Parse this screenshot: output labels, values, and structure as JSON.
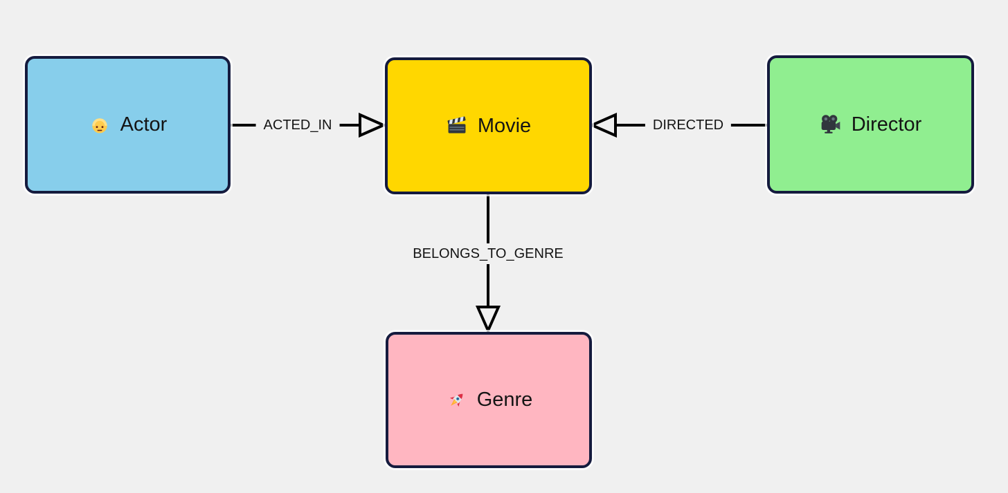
{
  "page": {
    "background": "#f0f0f0"
  },
  "diagram": {
    "type": "graph",
    "nodes": [
      {
        "id": "actor",
        "label": "Actor",
        "icon": "person-blond-icon",
        "emoji": "👱",
        "fill": "#87CEEB",
        "border": "#151b3e"
      },
      {
        "id": "movie",
        "label": "Movie",
        "icon": "clapper-board-icon",
        "emoji": "🎬",
        "fill": "#FFD700",
        "border": "#151b3e"
      },
      {
        "id": "director",
        "label": "Director",
        "icon": "movie-camera-icon",
        "emoji": "🎥",
        "fill": "#90EE90",
        "border": "#151b3e"
      },
      {
        "id": "genre",
        "label": "Genre",
        "icon": "rocket-icon",
        "emoji": "🚀",
        "fill": "#FFB6C1",
        "border": "#151b3e"
      }
    ],
    "edges": [
      {
        "from": "Actor",
        "to": "Movie",
        "label": "ACTED_IN",
        "arrowhead": "open-triangle",
        "direction": "right"
      },
      {
        "from": "Director",
        "to": "Movie",
        "label": "DIRECTED",
        "arrowhead": "open-triangle",
        "direction": "left"
      },
      {
        "from": "Movie",
        "to": "Genre",
        "label": "BELONGS_TO_GENRE",
        "arrowhead": "open-triangle",
        "direction": "down"
      }
    ],
    "edge_color": "#000000",
    "text_color": "#141414"
  }
}
